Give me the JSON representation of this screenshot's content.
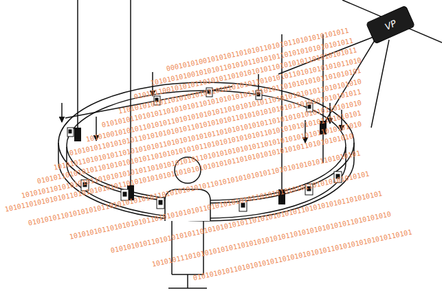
{
  "diagram": {
    "nodes": [
      {
        "text": [
          "VP"
        ]
      }
    ],
    "labels": [
      "000101010010101011010101101010110101010101011",
      "10101010100101010110101011010101101010101010101011",
      "0101011001010101101010110101010101101010101101010101011",
      "110101010101101010101011010101010110101010110101010101011010",
      "0101010110101011010101011010101010101101010110101010101101010101",
      "10101001010101101010110101010101011010101010110101010101011010101010",
      "010101011010101011010101010101101010101011010101010101011010101010101011",
      "1010101101010101101010101011010101010101101010101010110101010101010110101010",
      "01010110101010110101010101011010101010101101010101010101101010101010101101010101",
      "101010110101010101101010101010110101010101011010101010101011010101010101011010101010",
      "10101101010101011010101010101101010101010110101010101010110101010101010101101010101010",
      "0101010110101010101101010101010110101010101011010101010101011010101010101101010101",
      "10101010110101010101101010101010110101010101011010101010101101010101010101",
      "0101010101101010101011010101010101101010101010110101010101101010101",
      "10101011101010101010110101010101011010101010101011010101010",
      "010101010110101010101101010101010110101010101010110101"
    ]
  }
}
